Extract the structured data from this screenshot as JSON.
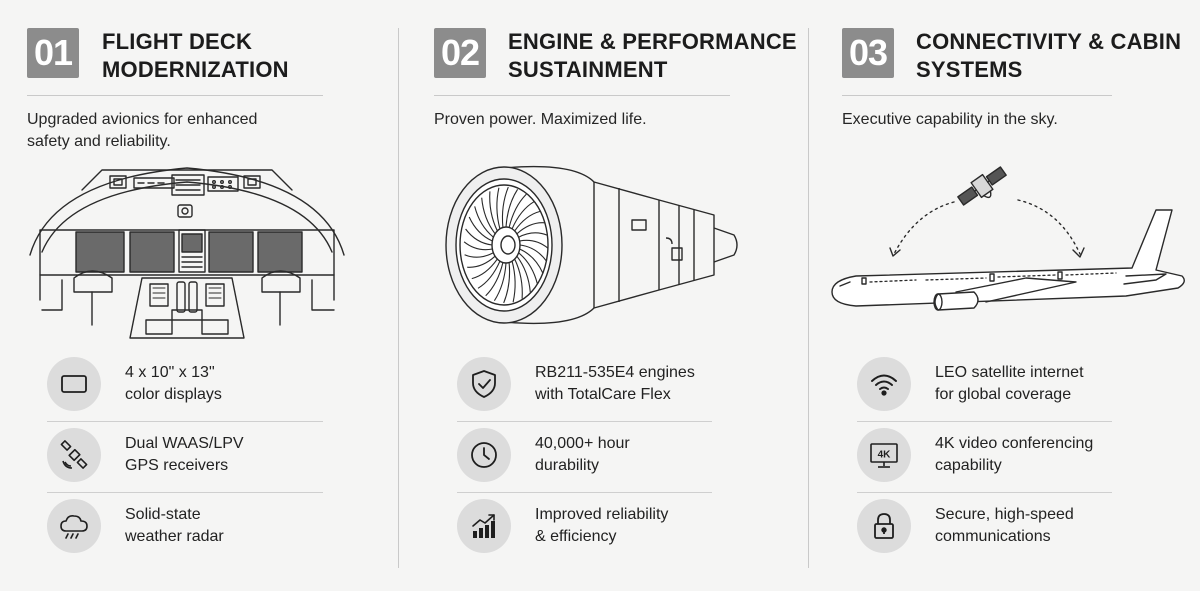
{
  "sections": [
    {
      "number": "01",
      "title_line1": "FLIGHT DECK",
      "title_line2": "MODERNIZATION",
      "subtitle_line1": "Upgraded avionics for enhanced",
      "subtitle_line2": "safety and reliability.",
      "illustration": "cockpit-instrument-panel",
      "features": [
        {
          "icon": "display-icon",
          "line1": "4 x 10\" x 13\"",
          "line2": "color displays"
        },
        {
          "icon": "satellite-icon",
          "line1": "Dual WAAS/LPV",
          "line2": "GPS receivers"
        },
        {
          "icon": "cloud-rain-icon",
          "line1": "Solid-state",
          "line2": "weather radar"
        }
      ]
    },
    {
      "number": "02",
      "title_line1": "ENGINE & PERFORMANCE",
      "title_line2": "SUSTAINMENT",
      "subtitle_line1": "Proven power. Maximized life.",
      "subtitle_line2": "",
      "illustration": "turbofan-engine",
      "features": [
        {
          "icon": "shield-check-icon",
          "line1": "RB211-535E4 engines",
          "line2": "with TotalCare Flex"
        },
        {
          "icon": "clock-icon",
          "line1": "40,000+ hour",
          "line2": "durability"
        },
        {
          "icon": "trending-up-chart-icon",
          "line1": "Improved reliability",
          "line2": "& efficiency"
        }
      ]
    },
    {
      "number": "03",
      "title_line1": "CONNECTIVITY & CABIN",
      "title_line2": "SYSTEMS",
      "subtitle_line1": "Executive capability in the sky.",
      "subtitle_line2": "",
      "illustration": "satellite-and-airliner",
      "features": [
        {
          "icon": "wifi-icon",
          "line1": "LEO satellite internet",
          "line2": "for global coverage"
        },
        {
          "icon": "4k-monitor-icon",
          "icon_text": "4K",
          "line1": "4K video conferencing",
          "line2": "capability"
        },
        {
          "icon": "lock-icon",
          "line1": "Secure, high-speed",
          "line2": "communications"
        }
      ]
    }
  ],
  "colors": {
    "background": "#f5f5f4",
    "number_badge": "#8c8c8c",
    "icon_circle": "#dcdcdc",
    "text": "#1c1c1c",
    "rule": "#c9c9c9"
  }
}
